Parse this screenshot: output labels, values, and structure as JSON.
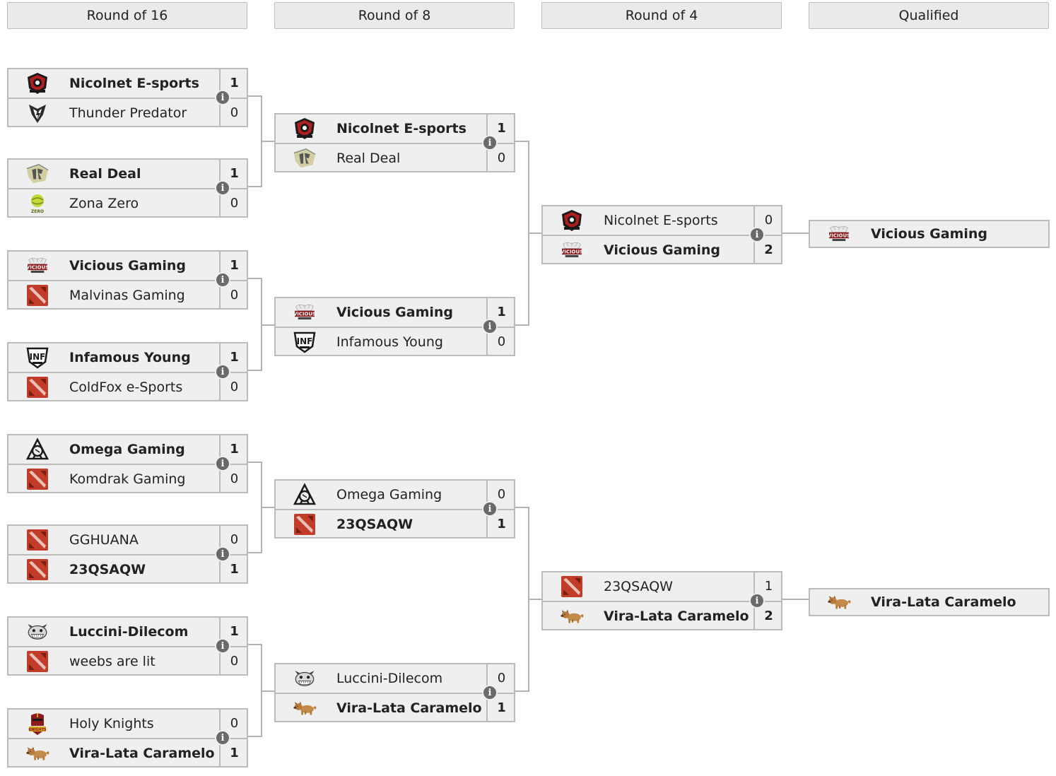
{
  "rounds": [
    "Round of 16",
    "Round of 8",
    "Round of 4",
    "Qualified"
  ],
  "round_of_16": [
    {
      "top": {
        "name": "Nicolnet E-sports",
        "score": "1",
        "logo": "nicolnet-logo",
        "winner": true
      },
      "bottom": {
        "name": "Thunder Predator",
        "score": "0",
        "logo": "thunder-predator-logo",
        "winner": false
      }
    },
    {
      "top": {
        "name": "Real Deal",
        "score": "1",
        "logo": "real-deal-logo",
        "winner": true
      },
      "bottom": {
        "name": "Zona Zero",
        "score": "0",
        "logo": "zona-zero-logo",
        "winner": false
      }
    },
    {
      "top": {
        "name": "Vicious Gaming",
        "score": "1",
        "logo": "vicious-gaming-logo",
        "winner": true
      },
      "bottom": {
        "name": "Malvinas Gaming",
        "score": "0",
        "logo": "dota-logo",
        "winner": false
      }
    },
    {
      "top": {
        "name": "Infamous Young",
        "score": "1",
        "logo": "infamous-young-logo",
        "winner": true
      },
      "bottom": {
        "name": "ColdFox e-Sports",
        "score": "0",
        "logo": "dota-logo",
        "winner": false
      }
    },
    {
      "top": {
        "name": "Omega Gaming",
        "score": "1",
        "logo": "omega-gaming-logo",
        "winner": true
      },
      "bottom": {
        "name": "Komdrak Gaming",
        "score": "0",
        "logo": "dota-logo",
        "winner": false
      }
    },
    {
      "top": {
        "name": "GGHUANA",
        "score": "0",
        "logo": "dota-logo",
        "winner": false
      },
      "bottom": {
        "name": "23QSAQW",
        "score": "1",
        "logo": "dota-logo",
        "winner": true
      }
    },
    {
      "top": {
        "name": "Luccini-Dilecom",
        "score": "1",
        "logo": "luccini-dilecom-logo",
        "winner": true
      },
      "bottom": {
        "name": "weebs are lit",
        "score": "0",
        "logo": "dota-logo",
        "winner": false
      }
    },
    {
      "top": {
        "name": "Holy Knights",
        "score": "0",
        "logo": "holy-knights-logo",
        "winner": false
      },
      "bottom": {
        "name": "Vira-Lata Caramelo",
        "score": "1",
        "logo": "vira-lata-caramelo-logo",
        "winner": true
      }
    }
  ],
  "round_of_8": [
    {
      "top": {
        "name": "Nicolnet E-sports",
        "score": "1",
        "logo": "nicolnet-logo",
        "winner": true
      },
      "bottom": {
        "name": "Real Deal",
        "score": "0",
        "logo": "real-deal-logo",
        "winner": false
      }
    },
    {
      "top": {
        "name": "Vicious Gaming",
        "score": "1",
        "logo": "vicious-gaming-logo",
        "winner": true
      },
      "bottom": {
        "name": "Infamous Young",
        "score": "0",
        "logo": "infamous-young-logo",
        "winner": false
      }
    },
    {
      "top": {
        "name": "Omega Gaming",
        "score": "0",
        "logo": "omega-gaming-logo",
        "winner": false
      },
      "bottom": {
        "name": "23QSAQW",
        "score": "1",
        "logo": "dota-logo",
        "winner": true
      }
    },
    {
      "top": {
        "name": "Luccini-Dilecom",
        "score": "0",
        "logo": "luccini-dilecom-logo",
        "winner": false
      },
      "bottom": {
        "name": "Vira-Lata Caramelo",
        "score": "1",
        "logo": "vira-lata-caramelo-logo",
        "winner": true
      }
    }
  ],
  "round_of_4": [
    {
      "top": {
        "name": "Nicolnet E-sports",
        "score": "0",
        "logo": "nicolnet-logo",
        "winner": false
      },
      "bottom": {
        "name": "Vicious Gaming",
        "score": "2",
        "logo": "vicious-gaming-logo",
        "winner": true
      }
    },
    {
      "top": {
        "name": "23QSAQW",
        "score": "1",
        "logo": "dota-logo",
        "winner": false
      },
      "bottom": {
        "name": "Vira-Lata Caramelo",
        "score": "2",
        "logo": "vira-lata-caramelo-logo",
        "winner": true
      }
    }
  ],
  "qualified": [
    {
      "name": "Vicious Gaming",
      "logo": "vicious-gaming-logo"
    },
    {
      "name": "Vira-Lata Caramelo",
      "logo": "vira-lata-caramelo-logo"
    }
  ],
  "info_icon_glyph": "i",
  "colors": {
    "header_bg": "#eaeaea",
    "cell_bg": "#efefef",
    "border": "#bbbbbb",
    "info_icon": "#6a6a6a",
    "dota_red": "#c23c2a"
  }
}
